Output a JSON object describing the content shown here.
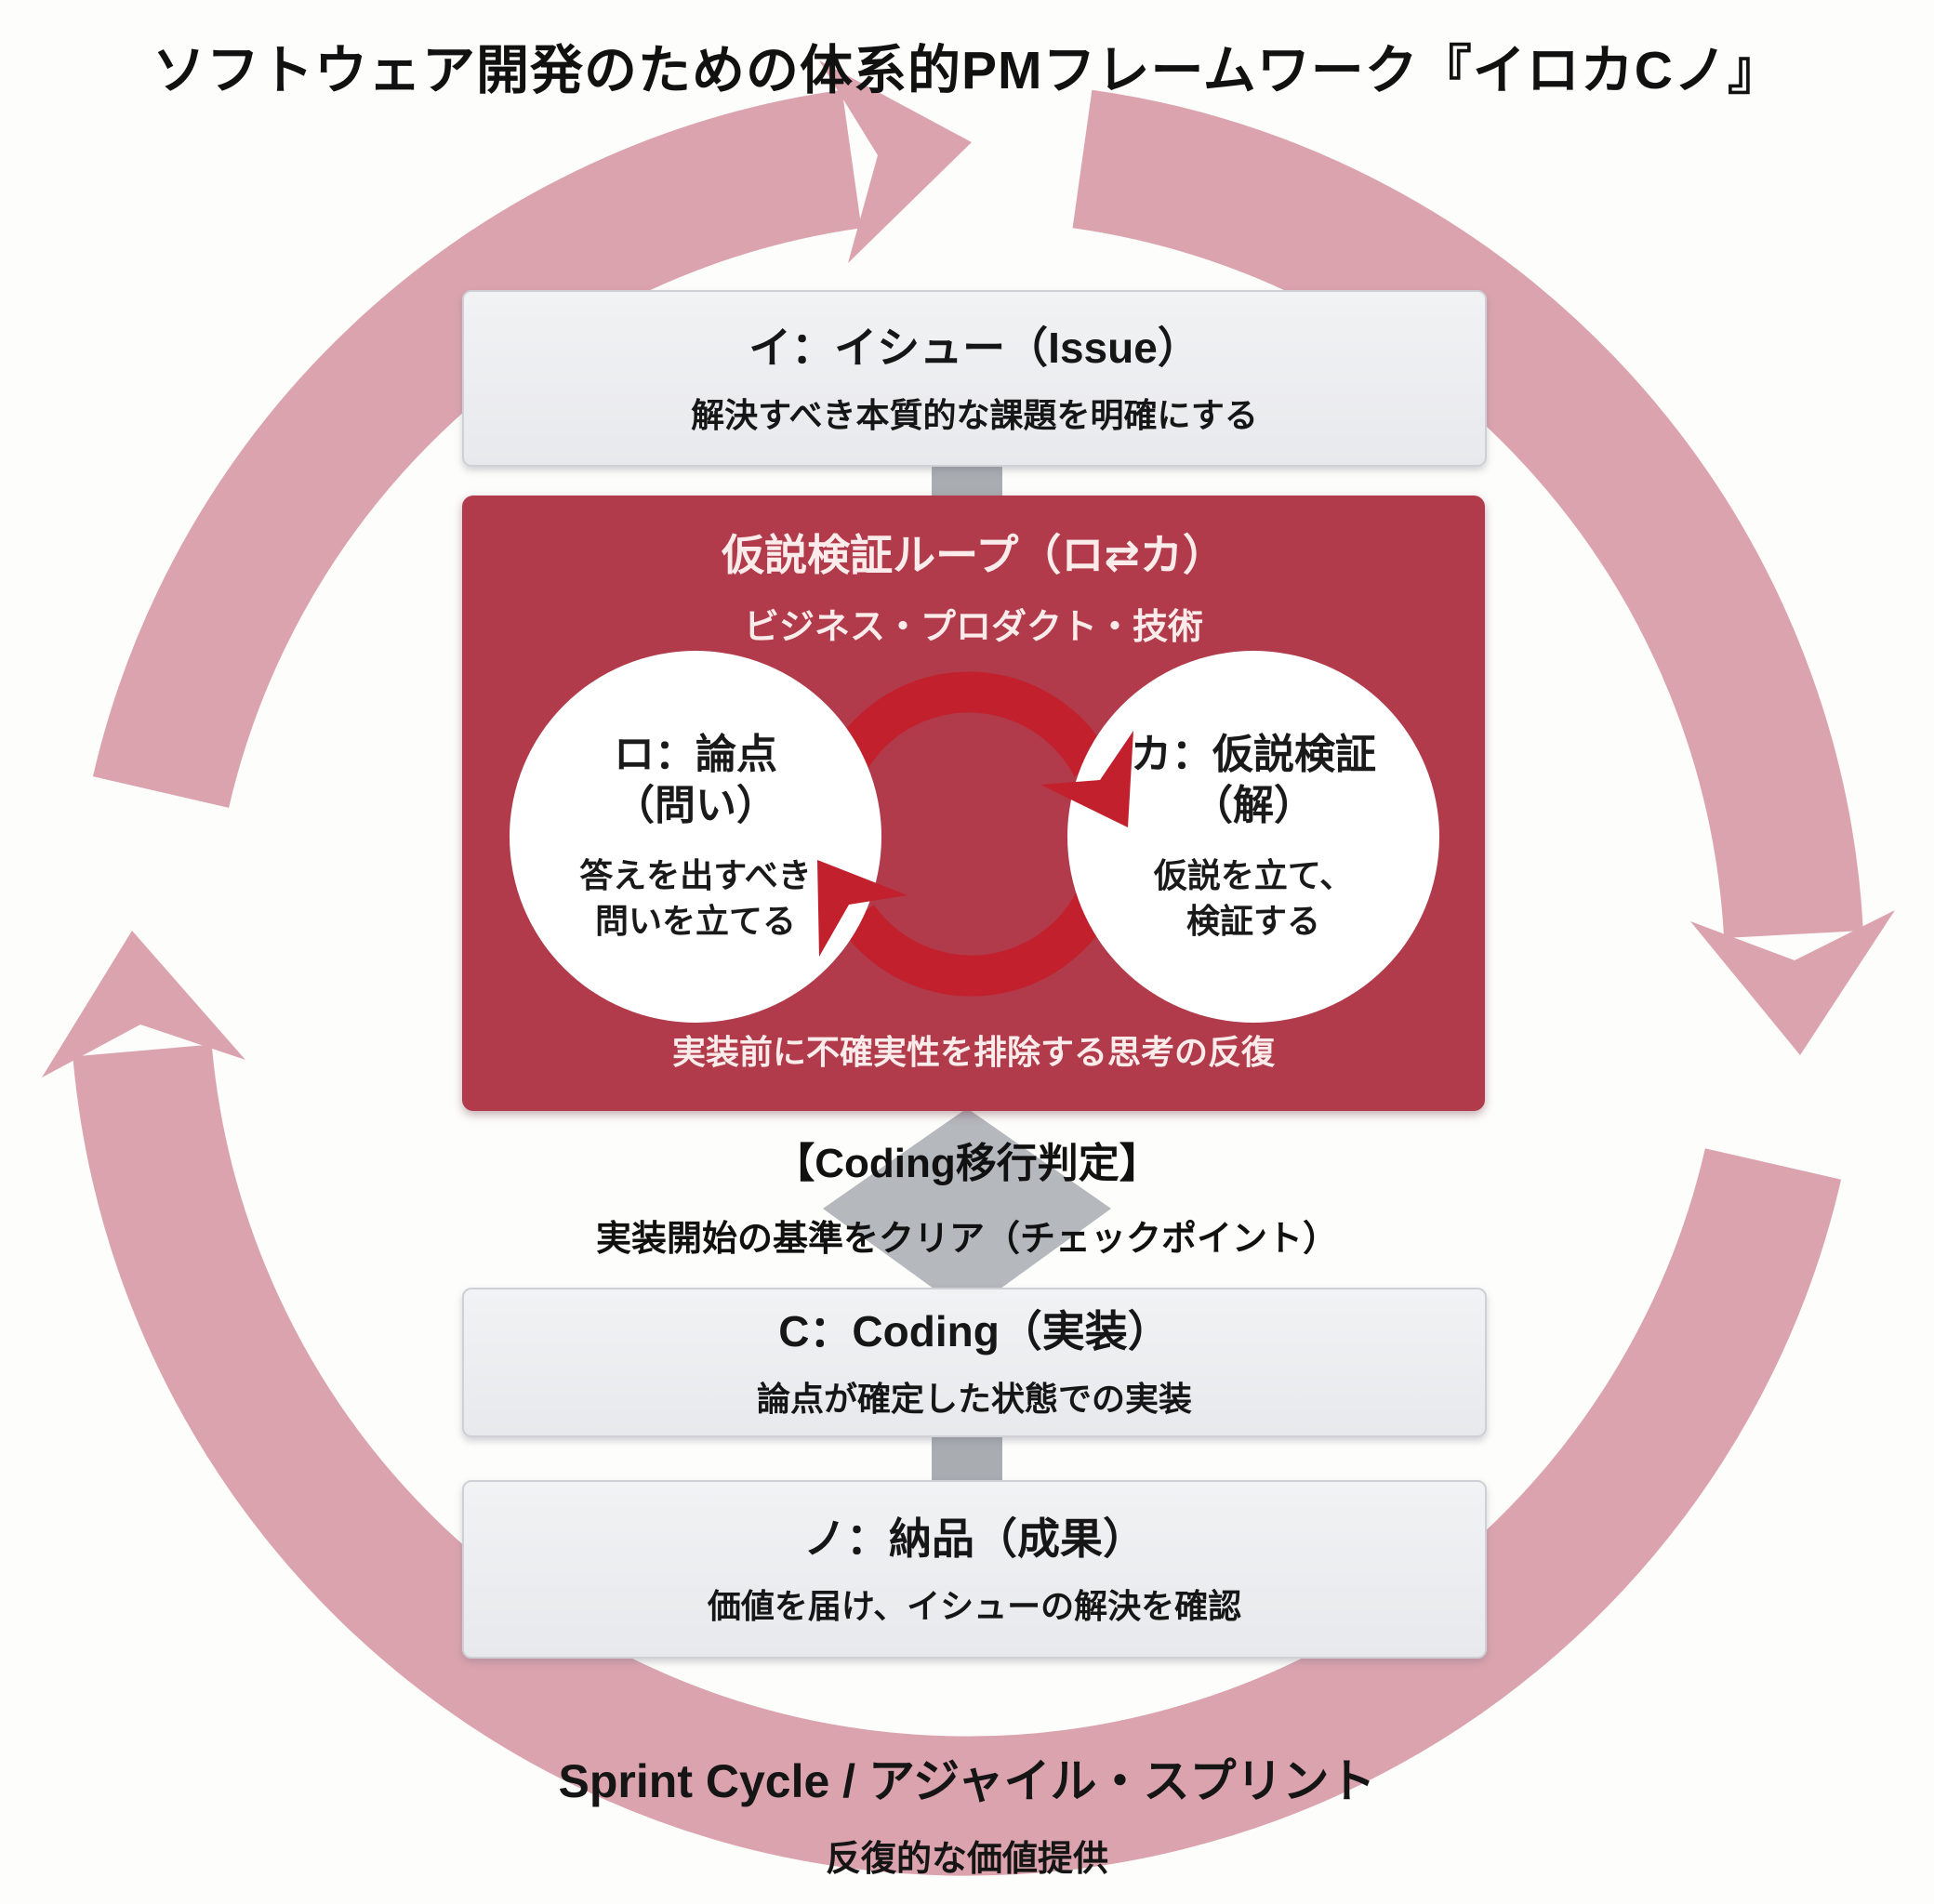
{
  "title": "ソフトウェア開発のための体系的PMフレームワーク『イロカCノ』",
  "colors": {
    "ring_pink": "#dba3ae",
    "loop_box_red": "#b13b4b",
    "loop_arrow_red": "#c2202c",
    "step_box_gray": "#ebecef",
    "connector_gray": "#a9adb2",
    "diamond_gray": "#b5b8bd"
  },
  "steps": {
    "issue": {
      "title": "イ：イシュー（Issue）",
      "desc": "解決すべき本質的な課題を明確にする"
    },
    "loop": {
      "title": "仮説検証ループ（ロ⇄カ）",
      "subtitle": "ビジネス・プロダクト・技術",
      "left_circle": {
        "title": "ロ：論点",
        "title2": "（問い）",
        "desc1": "答えを出すべき",
        "desc2": "問いを立てる"
      },
      "right_circle": {
        "title": "カ：仮説検証",
        "title2": "（解）",
        "desc1": "仮説を立て、",
        "desc2": "検証する"
      },
      "footer": "実装前に不確実性を排除する思考の反復"
    },
    "checkpoint": {
      "title": "【Coding移行判定】",
      "desc": "実装開始の基準をクリア（チェックポイント）"
    },
    "coding": {
      "title": "C：Coding（実装）",
      "desc": "論点が確定した状態での実装"
    },
    "delivery": {
      "title": "ノ：納品（成果）",
      "desc": "価値を届け、イシューの解決を確認"
    }
  },
  "cycle": {
    "title": "Sprint Cycle / アジャイル・スプリント",
    "desc": "反復的な価値提供"
  }
}
